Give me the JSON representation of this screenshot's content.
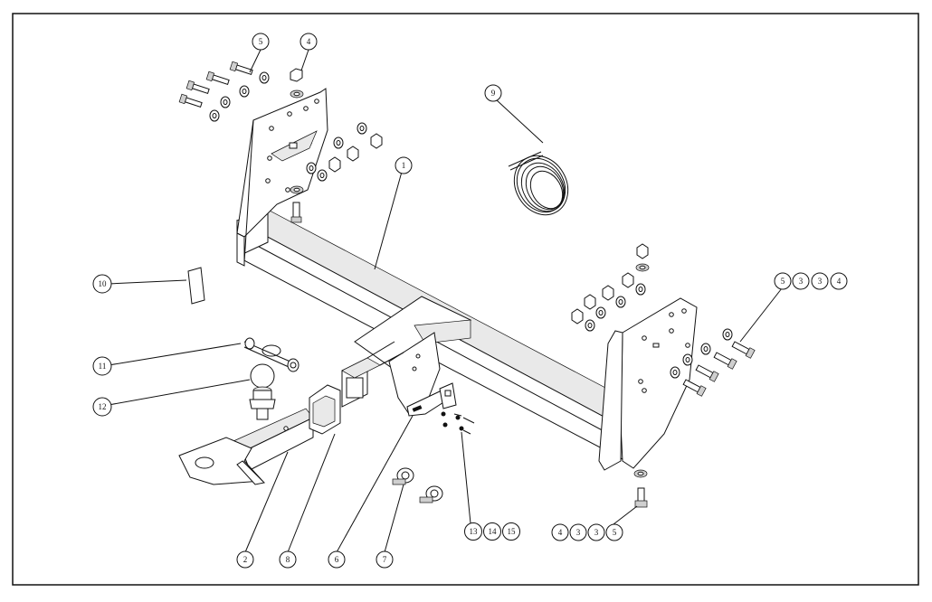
{
  "callouts": {
    "c1": "1",
    "c2": "2",
    "c3_6": "6",
    "c7": "7",
    "c8": "8",
    "c9": "9",
    "c10": "10",
    "c11": "11",
    "c12": "12",
    "c5_top": "5",
    "c4_top": "4",
    "group_right": [
      "5",
      "3",
      "3",
      "4"
    ],
    "group_bottom": [
      "4",
      "3",
      "3",
      "5"
    ],
    "group_13": [
      "13",
      "14",
      "15"
    ]
  },
  "colors": {
    "line": "#111111",
    "fill": "#ffffff",
    "shade": "#e9e9e9"
  }
}
